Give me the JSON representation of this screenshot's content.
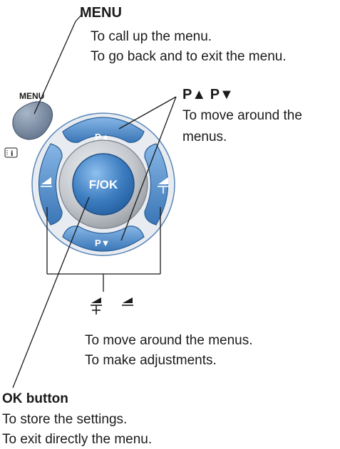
{
  "menu": {
    "title": "MENU",
    "desc_line1": "To call up the menu.",
    "desc_line2": "To go back and to exit the menu.",
    "button_label": "MENU",
    "info_icon_text": "i"
  },
  "program": {
    "title": "P▲ P▼",
    "desc_line1": "To move around the",
    "desc_line2": "menus.",
    "up_label": "P▲",
    "down_label": "P▼"
  },
  "ok": {
    "center_label": "F/OK",
    "title": "OK button",
    "desc_line1": "To store the settings.",
    "desc_line2": "To exit directly the menu."
  },
  "volume": {
    "desc_line1": "To move around the menus.",
    "desc_line2": "To make adjustments."
  },
  "colors": {
    "ring_blue": "#4a86c4",
    "center_blue": "#3d7dc0",
    "gray_ring": "#b8bcc2",
    "menu_button": "#7d8fa8",
    "line": "#1a1a1a"
  }
}
